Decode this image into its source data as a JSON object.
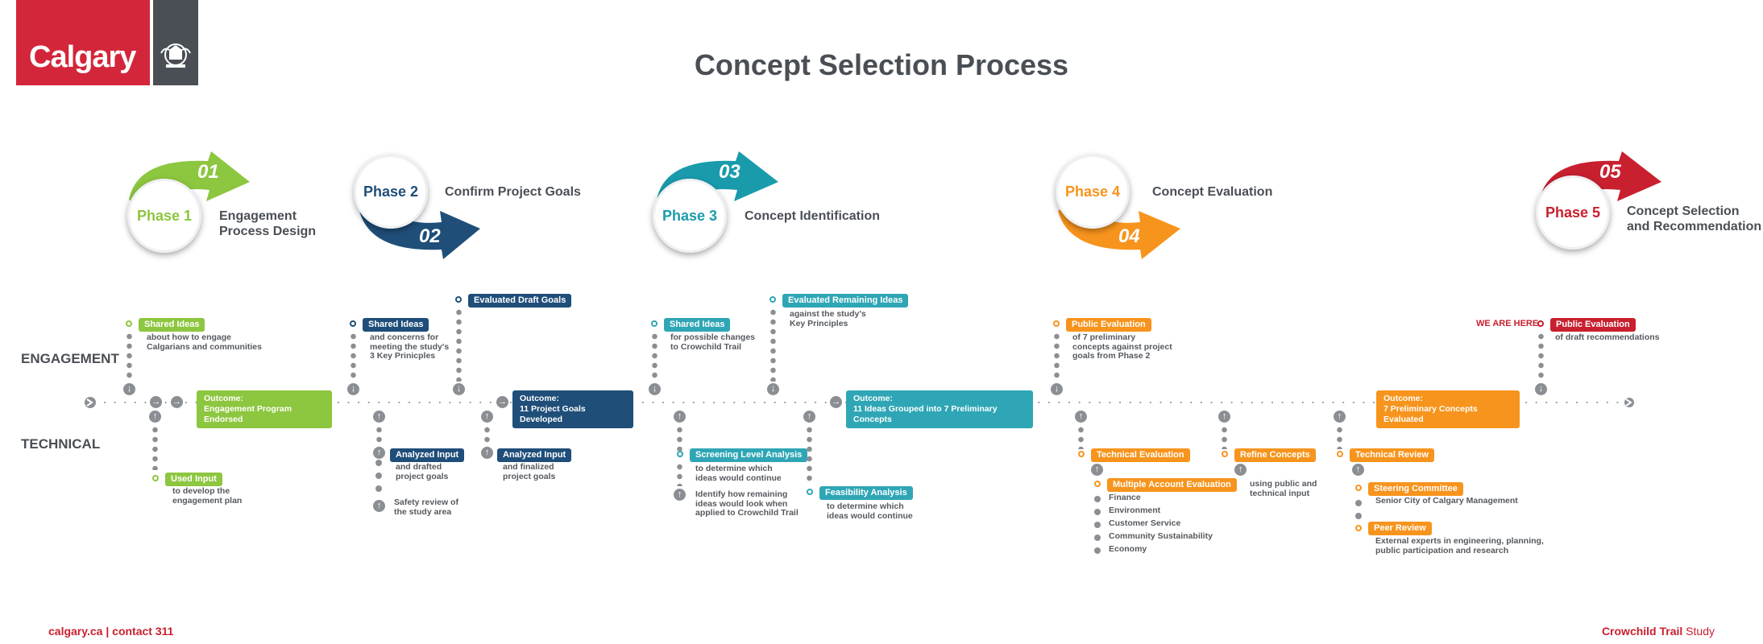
{
  "logo": {
    "wordmark": "Calgary"
  },
  "title": "Concept Selection Process",
  "row_labels": {
    "engagement": "ENGAGEMENT",
    "technical": "TECHNICAL"
  },
  "phases": [
    {
      "number": "01",
      "label": "Phase 1",
      "name": "Engagement\nProcess Design",
      "color": "#8dc63f"
    },
    {
      "number": "02",
      "label": "Phase 2",
      "name": "Confirm Project Goals",
      "color": "#1f4e79"
    },
    {
      "number": "03",
      "label": "Phase 3",
      "name": "Concept Identification",
      "color": "#2fa6b5"
    },
    {
      "number": "04",
      "label": "Phase 4",
      "name": "Concept Evaluation",
      "color": "#f7941d"
    },
    {
      "number": "05",
      "label": "Phase 5",
      "name": "Concept Selection\nand Recommendation",
      "color": "#c8202f"
    }
  ],
  "p1": {
    "eng_tag": "Shared Ideas",
    "eng_desc": "about how to engage\nCalgarians and communities",
    "outcome_title": "Outcome:",
    "outcome_text": "Engagement Program Endorsed",
    "tech_tag": "Used Input",
    "tech_desc": "to develop the\nengagement plan"
  },
  "p2": {
    "eng_tag": "Shared Ideas",
    "eng_desc": "and concerns for\nmeeting the study's\n3 Key Prinicples",
    "eng_tag2": "Evaluated Draft Goals",
    "outcome_title": "Outcome:",
    "outcome_text": "11 Project Goals Developed",
    "tech_tag": "Analyzed Input",
    "tech_desc": "and drafted\nproject goals",
    "tech_desc2": "Safety review of\nthe study area",
    "tech_tag2": "Analyzed Input",
    "tech_desc3": "and finalized\nproject goals"
  },
  "p3": {
    "eng_tag": "Shared Ideas",
    "eng_desc": "for possible changes\nto Crowchild Trail",
    "eng_tag2": "Evaluated Remaining Ideas",
    "eng_desc2": "against the study's\nKey Principles",
    "outcome_title": "Outcome:",
    "outcome_text": "11 Ideas Grouped into 7 Preliminary Concepts",
    "tech_tag": "Screening Level Analysis",
    "tech_desc": "to determine which\nideas would continue",
    "tech_desc2": "Identify how remaining\nideas would look when\napplied to Crowchild Trail",
    "tech_tag2": "Feasibility Analysis",
    "tech_desc3": "to determine which\nideas would continue"
  },
  "p4": {
    "eng_tag": "Public Evaluation",
    "eng_desc": "of 7 preliminary\nconcepts against project\ngoals from Phase 2",
    "outcome_title": "Outcome:",
    "outcome_text": "7 Preliminary Concepts Evaluated",
    "tech_tag": "Technical Evaluation",
    "tech_tag_mae": "Multiple Account Evaluation",
    "mae_items": [
      "Finance",
      "Environment",
      "Customer Service",
      "Community Sustainability",
      "Economy"
    ],
    "refine_tag": "Refine Concepts",
    "refine_desc": "using public and\ntechnical input",
    "review_tag": "Technical Review",
    "steering_tag": "Steering Committee",
    "steering_desc": "Senior City of Calgary Management",
    "peer_tag": "Peer Review",
    "peer_desc": "External experts in engineering, planning,\npublic participation and research"
  },
  "p5": {
    "we_are_here": "WE ARE HERE",
    "eng_tag": "Public Evaluation",
    "eng_desc": "of draft recommendations"
  },
  "footer": {
    "left": "calgary.ca | contact 311",
    "right_bold": "Crowchild Trail",
    "right_plain": " Study"
  }
}
